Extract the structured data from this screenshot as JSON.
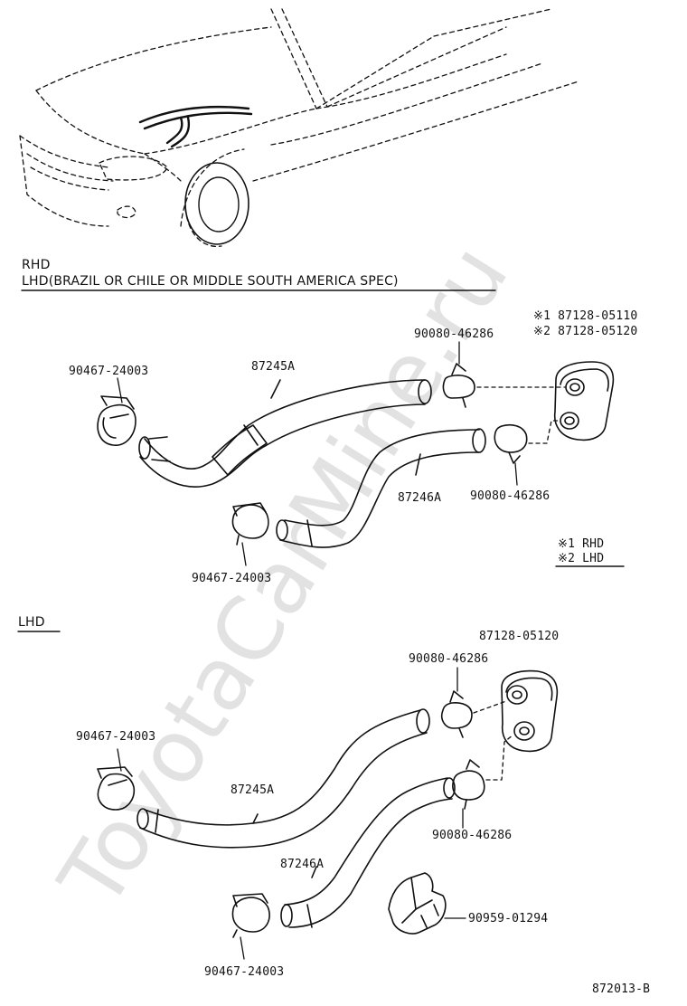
{
  "watermark": "ToyotaCarMine.ru",
  "top_section": {
    "heading_line1": "RHD",
    "heading_line2": "LHD(BRAZIL OR CHILE OR MIDDLE SOUTH AMERICA SPEC)",
    "parts": {
      "clamp_left": "90467-24003",
      "hose_upper": "87245A",
      "clamp_top_right": "90080-46286",
      "grommet_note1": "※1 87128-05110",
      "grommet_note2": "※2 87128-05120",
      "hose_lower": "87246A",
      "clamp_mid_right": "90080-46286",
      "clamp_bottom": "90467-24003"
    },
    "legend": {
      "line1": "※1 RHD",
      "line2": "※2 LHD"
    }
  },
  "bottom_section": {
    "heading": "LHD",
    "parts": {
      "grommet": "87128-05120",
      "clamp_top_right": "90080-46286",
      "clamp_left": "90467-24003",
      "hose_upper": "87245A",
      "clamp_mid_right": "90080-46286",
      "hose_lower": "87246A",
      "bracket": "90959-01294",
      "clamp_bottom": "90467-24003"
    }
  },
  "figure_code": "872013-B"
}
